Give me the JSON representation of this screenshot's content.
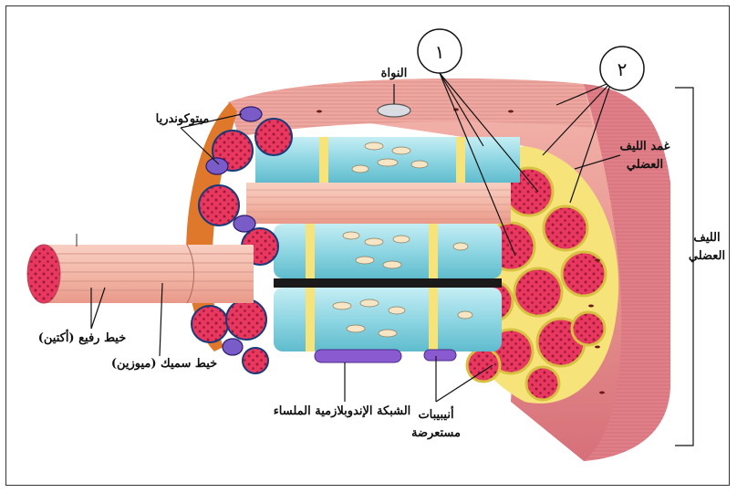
{
  "labels": {
    "nucleus": "النواة",
    "mitochondria": "ميتوكوندريا",
    "sarcolemma_l1": "غمد الليف",
    "sarcolemma_l2": "العضلي",
    "fiber_l1": "الليف",
    "fiber_l2": "العضلي",
    "thin_filament": "خيط رفيع (أكتين)",
    "thick_filament": "خيط سميك (ميوزين)",
    "smooth_er": "الشبكة الإندوبلازمية الملساء",
    "t_tubules_l1": "أنيبيبات",
    "t_tubules_l2": "مستعرضة",
    "callout_1": "١",
    "callout_2": "٢"
  },
  "colors": {
    "fiber_pink": "#e8958f",
    "fiber_dark": "#c9636b",
    "myofibril_red": "#e8385f",
    "sr_blue": "#8fd6e3",
    "ttubule_yellow": "#f6e47a",
    "mito_purple": "#7a5cc9",
    "membrane_orange": "#e0782c"
  }
}
